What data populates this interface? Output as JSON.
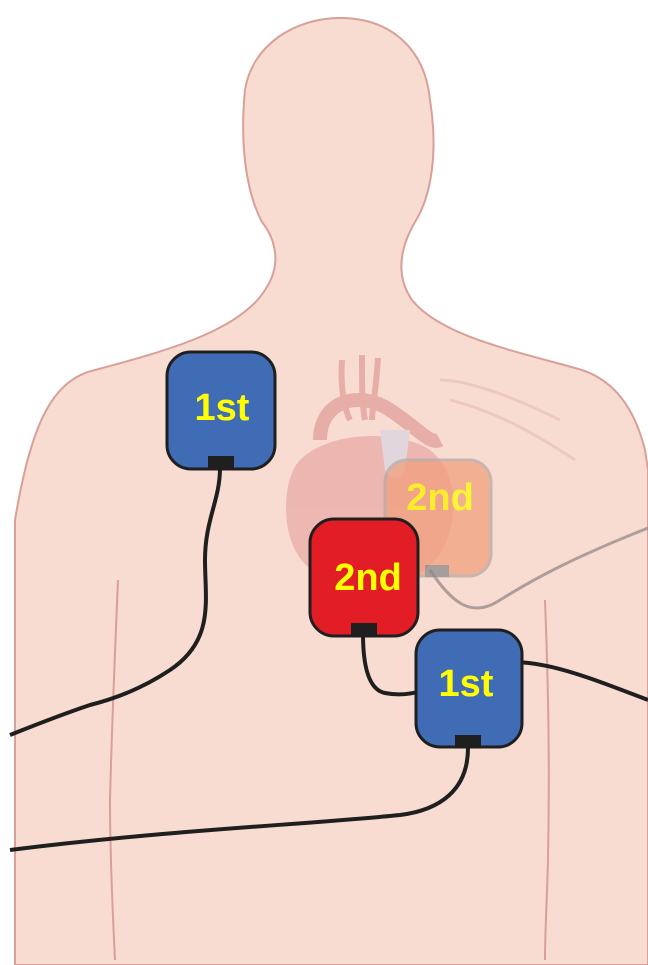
{
  "pads": [
    {
      "id": "pad-1st-upper-right-chest",
      "label": "1st",
      "color": "#3f6cb4"
    },
    {
      "id": "pad-1st-lower-left-chest",
      "label": "1st",
      "color": "#3f6cb4"
    },
    {
      "id": "pad-2nd-center-chest",
      "label": "2nd",
      "color": "#e31d25"
    },
    {
      "id": "pad-2nd-back",
      "label": "2nd",
      "color": "#f2a07e"
    }
  ],
  "colors": {
    "skin": "#f9dcd1",
    "skin_outline": "#d99f98",
    "heart": "#e39a97",
    "cable": "#1f1f1f",
    "label": "#ffff00"
  }
}
